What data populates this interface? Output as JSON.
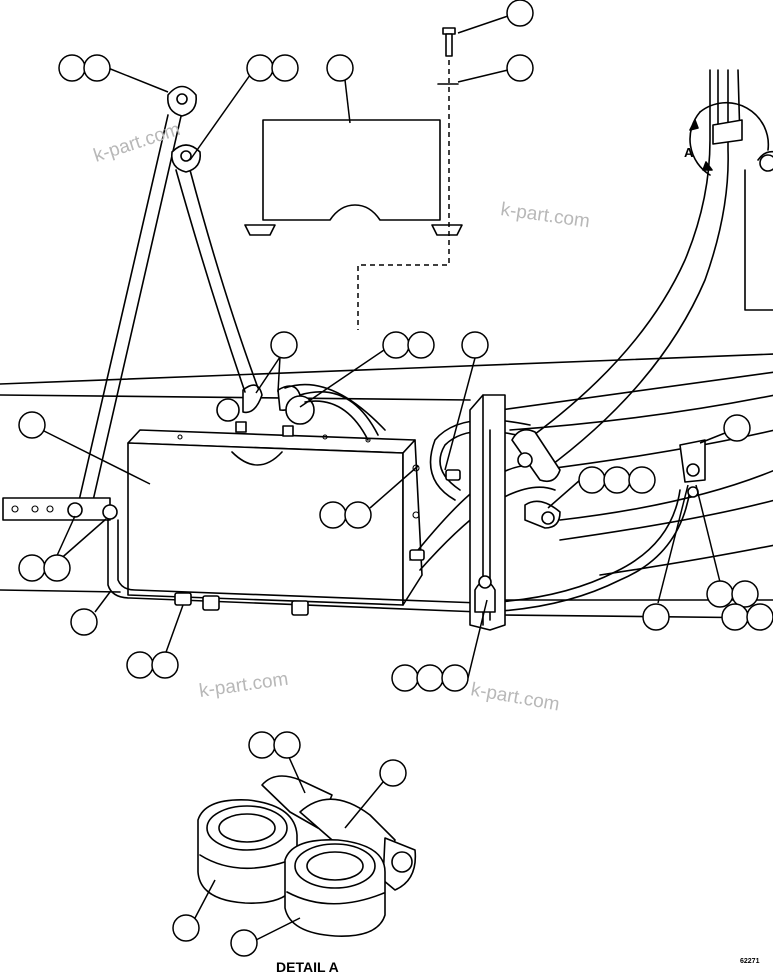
{
  "watermark": "k-part.com",
  "detail_label": "DETAIL A",
  "view_marker": "A",
  "drawing_code": "62271"
}
